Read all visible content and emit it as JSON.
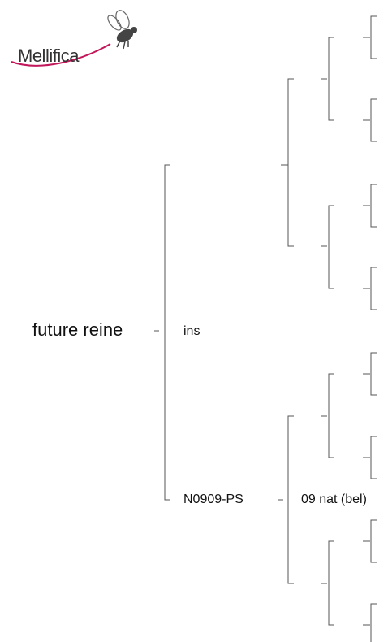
{
  "logo": {
    "brand": "Mellifica",
    "icon": "bee-icon"
  },
  "pedigree": {
    "root": "future reine",
    "mother": "ins",
    "father": "N0909-PS",
    "father_mother": "09 nat (bel)"
  },
  "colors": {
    "line": "#555555",
    "brand_pink": "#c2185b",
    "bee": "#444444"
  }
}
